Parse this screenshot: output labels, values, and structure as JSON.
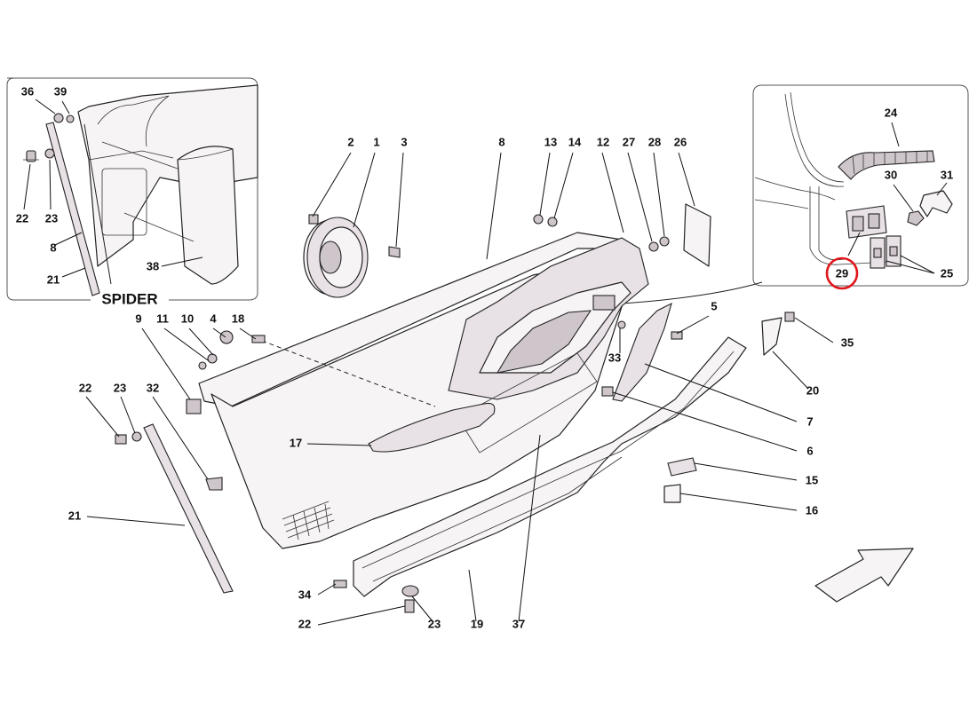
{
  "inset_spider": {
    "title": "SPIDER",
    "callouts": [
      "36",
      "39",
      "22",
      "23",
      "8",
      "21",
      "38"
    ]
  },
  "inset_harness": {
    "callouts": [
      "24",
      "30",
      "31",
      "29",
      "25"
    ],
    "highlighted_callout": "29",
    "highlight_color": "#e0161b"
  },
  "main_callouts": [
    "2",
    "1",
    "3",
    "8",
    "13",
    "14",
    "12",
    "27",
    "28",
    "26",
    "9",
    "11",
    "10",
    "4",
    "18",
    "5",
    "35",
    "33",
    "20",
    "22",
    "23",
    "32",
    "7",
    "17",
    "6",
    "15",
    "16",
    "21",
    "34",
    "22",
    "23",
    "19",
    "37"
  ],
  "direction_icon": "front-direction-arrow"
}
